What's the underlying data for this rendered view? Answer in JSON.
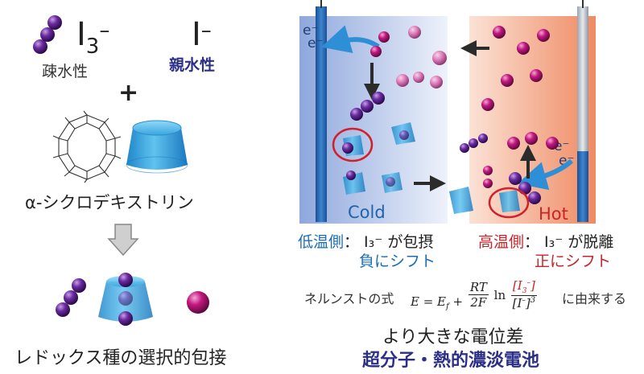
{
  "left": {
    "i3_symbol": "I",
    "i3_subscript": "3",
    "i3_charge": "–",
    "i_symbol": "I",
    "i_charge": "–",
    "hydrophobic_label": "疎水性",
    "hydrophilic_label": "親水性",
    "plus": "+",
    "cyclodextrin_label": "α-シクロデキストリン",
    "bottom_label": "レドックス種の選択的包接"
  },
  "right": {
    "cold_label": "Cold",
    "hot_label": "Hot",
    "electron_top_left_1": "e⁻",
    "electron_top_left_2": "e⁻",
    "electron_right_1": "e⁻",
    "electron_right_2": "e⁻",
    "cold_side_title": "低温側",
    "cold_side_desc": "： I₃⁻ が包摂",
    "cold_shift": "負にシフト",
    "hot_side_title": "高温側",
    "hot_side_desc": "： I₃⁻ が脱離",
    "hot_shift": "正にシフト",
    "nernst_prefix": "ネルンストの式",
    "nernst_suffix": "に由来する",
    "conclusion": "より大きな電位差",
    "title": "超分子・熱的濃淡電池"
  },
  "colors": {
    "accent_blue": "#1b6db7",
    "accent_red": "#c8252a",
    "navy": "#2b2f86",
    "cold_bg": "#b9c8ea",
    "hot_bg": "#f3a27e",
    "iodide_purple": "#5c1f8e",
    "iodide_magenta": "#b5137a"
  }
}
